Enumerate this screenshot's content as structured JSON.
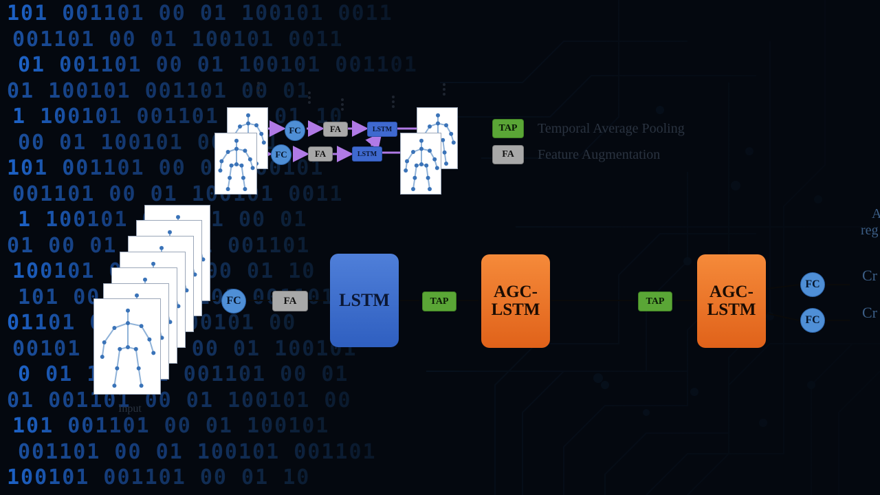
{
  "binary_rows": [
    "101 001101 00 01 100101 0011",
    "001101 00 01 100101 0011",
    "01 001101 00 01 100101 001101",
    "01 100101 001101 00 01",
    "1 100101 001101 00 01 10",
    "00 01 100101 001101",
    "101 001101 00 01 100101",
    "001101 00 01 100101 0011",
    "1 100101 001101 00 01",
    "01 00 01 100101 001101",
    "100101 001101 00 01 10",
    "101 00 01 100101 001101",
    "01101 00 01 100101 00",
    "00101 001101 00 01 100101",
    "0 01 100101 001101 00 01",
    "01 001101 00 01 100101 00",
    "101 001101 00 01 100101",
    "001101 00 01 100101 001101",
    "100101 001101 00 01 10"
  ],
  "colors": {
    "background": "#04080f",
    "binary_digits": "#2b4f86",
    "circuit": "#0c2036",
    "tap": "#5aa636",
    "fa": "#a8a8a8",
    "fc": "#4f8fd6",
    "lstm": "#3f69cf",
    "agc_lstm": "#f08030",
    "arrow_purple": "#b07ae6",
    "right_label": "#3c5e86"
  },
  "inset": {
    "row1": {
      "fc": "FC",
      "fa": "FA",
      "lstm": "LSTM"
    },
    "row2": {
      "fc": "FC",
      "fa": "FA",
      "lstm": "LSTM"
    }
  },
  "legend": {
    "tap": {
      "abbr": "TAP",
      "desc": "Temporal Average Pooling"
    },
    "fa": {
      "abbr": "FA",
      "desc": "Feature Augmentation"
    }
  },
  "pipeline": {
    "fc": "FC",
    "fa": "FA",
    "lstm": "LSTM",
    "tap1": "TAP",
    "agc1": "AGC-\nLSTM",
    "tap2": "TAP",
    "agc2": "AGC-\nLSTM",
    "fc_out1": "FC",
    "fc_out2": "FC",
    "input_caption": "Input"
  },
  "right_cut_labels": {
    "top_a": "A",
    "top_reg": "reg",
    "cr1": "Cr",
    "cr2": "Cr"
  }
}
